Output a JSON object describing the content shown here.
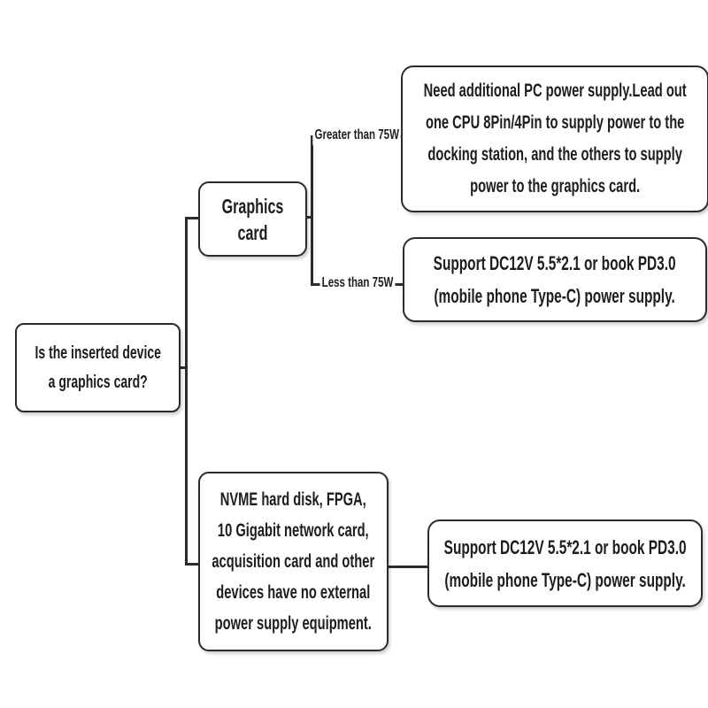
{
  "diagram": {
    "title_hint": "docking station power decision flowchart",
    "colors": {
      "line": "#2b2b2b",
      "text": "#1d1d1d",
      "box_bg": "#ffffff",
      "page_bg": "#ffffff"
    },
    "boxes": {
      "root": {
        "lines": [
          "Is the inserted device",
          "a graphics card?"
        ],
        "full_text": "Is the inserted device a graphics card?"
      },
      "graphics_card": {
        "label": "Graphics card"
      },
      "gpu_high": {
        "lines": [
          "Need additional PC power supply.Lead out",
          "one CPU 8Pin/4Pin to supply power to the",
          "docking station, and the others to supply",
          "power to the graphics card."
        ],
        "full_text": "Need additional PC power supply.Lead out one CPU 8Pin/4Pin to supply power to the docking station, and the others to supply power to the graphics card."
      },
      "gpu_low": {
        "lines": [
          "Support DC12V 5.5*2.1 or book PD3.0",
          "(mobile phone Type-C) power supply."
        ],
        "full_text": "Support DC12V 5.5*2.1 or book PD3.0 (mobile phone Type-C) power supply."
      },
      "nvme": {
        "lines": [
          "NVME hard disk, FPGA,",
          "10 Gigabit network card,",
          "acquisition card and other",
          "devices have no external",
          "power supply equipment."
        ],
        "full_text": "NVME hard disk, FPGA, 10 Gigabit network card, acquisition card and other devices have no external power supply equipment."
      },
      "nvme_power": {
        "lines": [
          "Support DC12V 5.5*2.1 or book PD3.0",
          "(mobile phone Type-C) power supply."
        ],
        "full_text": "Support DC12V 5.5*2.1 or book PD3.0 (mobile phone Type-C) power supply."
      }
    },
    "edge_labels": {
      "greater": "Greater than 75W",
      "less": "Less than 75W"
    }
  }
}
